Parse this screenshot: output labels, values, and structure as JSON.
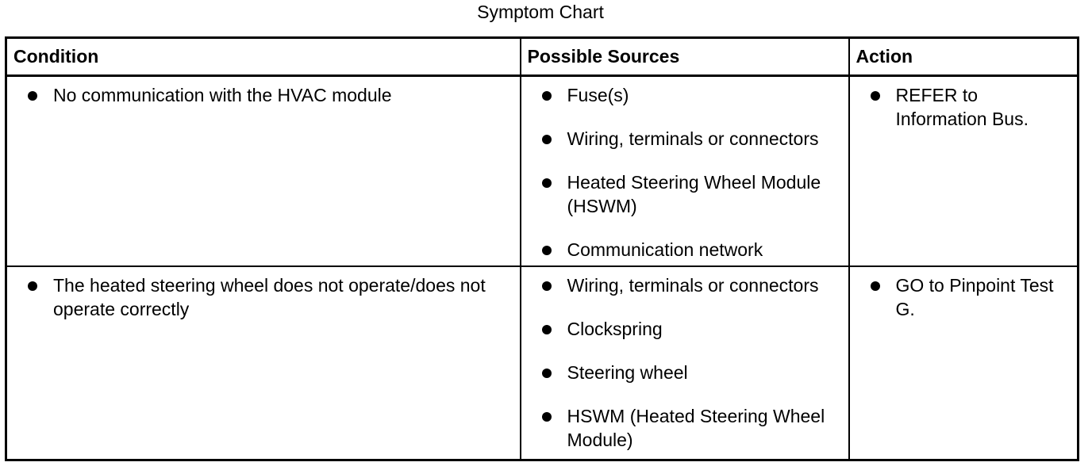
{
  "title": "Symptom Chart",
  "headers": {
    "condition": "Condition",
    "sources": "Possible Sources",
    "action": "Action"
  },
  "rows": [
    {
      "condition": "No communication with the HVAC module",
      "sources": [
        "Fuse(s)",
        "Wiring, terminals or connectors",
        "Heated Steering Wheel Module (HSWM)",
        "Communication network"
      ],
      "action": "REFER to Information Bus."
    },
    {
      "condition": "The heated steering wheel does not operate/does not operate correctly",
      "sources": [
        "Wiring, terminals or connectors",
        "Clockspring",
        "Steering wheel",
        "HSWM (Heated Steering Wheel Module)"
      ],
      "action": "GO to Pinpoint Test G."
    }
  ]
}
